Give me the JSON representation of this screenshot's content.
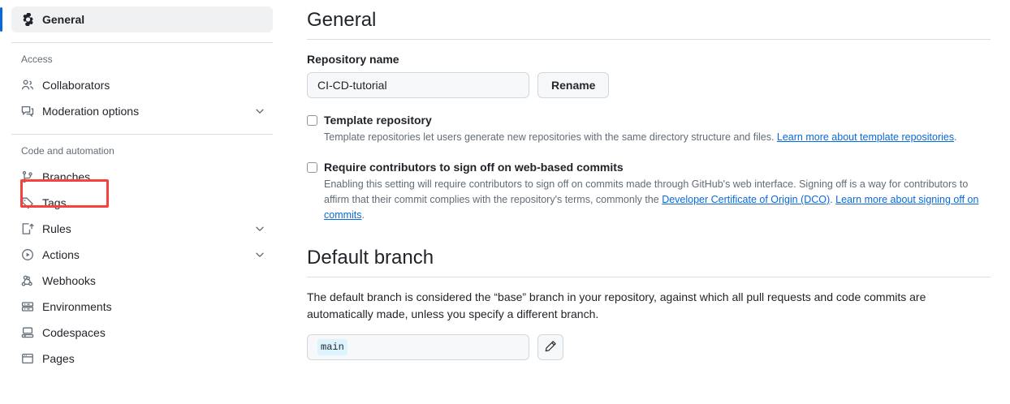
{
  "sidebar": {
    "active_item": "General",
    "groups": [
      {
        "heading": null,
        "items": [
          {
            "label": "General",
            "icon": "gear-icon",
            "chevron": false,
            "active": true
          }
        ]
      },
      {
        "heading": "Access",
        "items": [
          {
            "label": "Collaborators",
            "icon": "people-icon",
            "chevron": false,
            "active": false
          },
          {
            "label": "Moderation options",
            "icon": "comment-discussion-icon",
            "chevron": true,
            "active": false
          }
        ]
      },
      {
        "heading": "Code and automation",
        "items": [
          {
            "label": "Branches",
            "icon": "git-branch-icon",
            "chevron": false,
            "active": false,
            "highlighted": true
          },
          {
            "label": "Tags",
            "icon": "tag-icon",
            "chevron": false,
            "active": false
          },
          {
            "label": "Rules",
            "icon": "rules-icon",
            "chevron": true,
            "active": false
          },
          {
            "label": "Actions",
            "icon": "play-circle-icon",
            "chevron": true,
            "active": false
          },
          {
            "label": "Webhooks",
            "icon": "webhook-icon",
            "chevron": false,
            "active": false
          },
          {
            "label": "Environments",
            "icon": "server-icon",
            "chevron": false,
            "active": false
          },
          {
            "label": "Codespaces",
            "icon": "codespaces-icon",
            "chevron": false,
            "active": false
          },
          {
            "label": "Pages",
            "icon": "browser-icon",
            "chevron": false,
            "active": false
          }
        ]
      }
    ],
    "highlight_color": "#f5423c",
    "active_bar_color": "#0969da"
  },
  "main": {
    "general": {
      "title": "General",
      "repo_name_label": "Repository name",
      "repo_name_value": "CI-CD-tutorial",
      "rename_button": "Rename"
    },
    "template_repository": {
      "title": "Template repository",
      "checked": false,
      "desc_before": "Template repositories let users generate new repositories with the same directory structure and files. ",
      "link_text": "Learn more about template repositories",
      "desc_after": "."
    },
    "signoff": {
      "title": "Require contributors to sign off on web-based commits",
      "checked": false,
      "desc_part1": "Enabling this setting will require contributors to sign off on commits made through GitHub's web interface. Signing off is a way for contributors to affirm that their commit complies with the repository's terms, commonly the ",
      "link1_text": "Developer Certificate of Origin (DCO)",
      "desc_part2": ". ",
      "link2_text": "Learn more about signing off on commits",
      "desc_part3": "."
    },
    "default_branch": {
      "title": "Default branch",
      "description": "The default branch is considered the “base” branch in your repository, against which all pull requests and code commits are automatically made, unless you specify a different branch.",
      "branch_name": "main",
      "edit_button_icon": "pencil-icon"
    }
  }
}
